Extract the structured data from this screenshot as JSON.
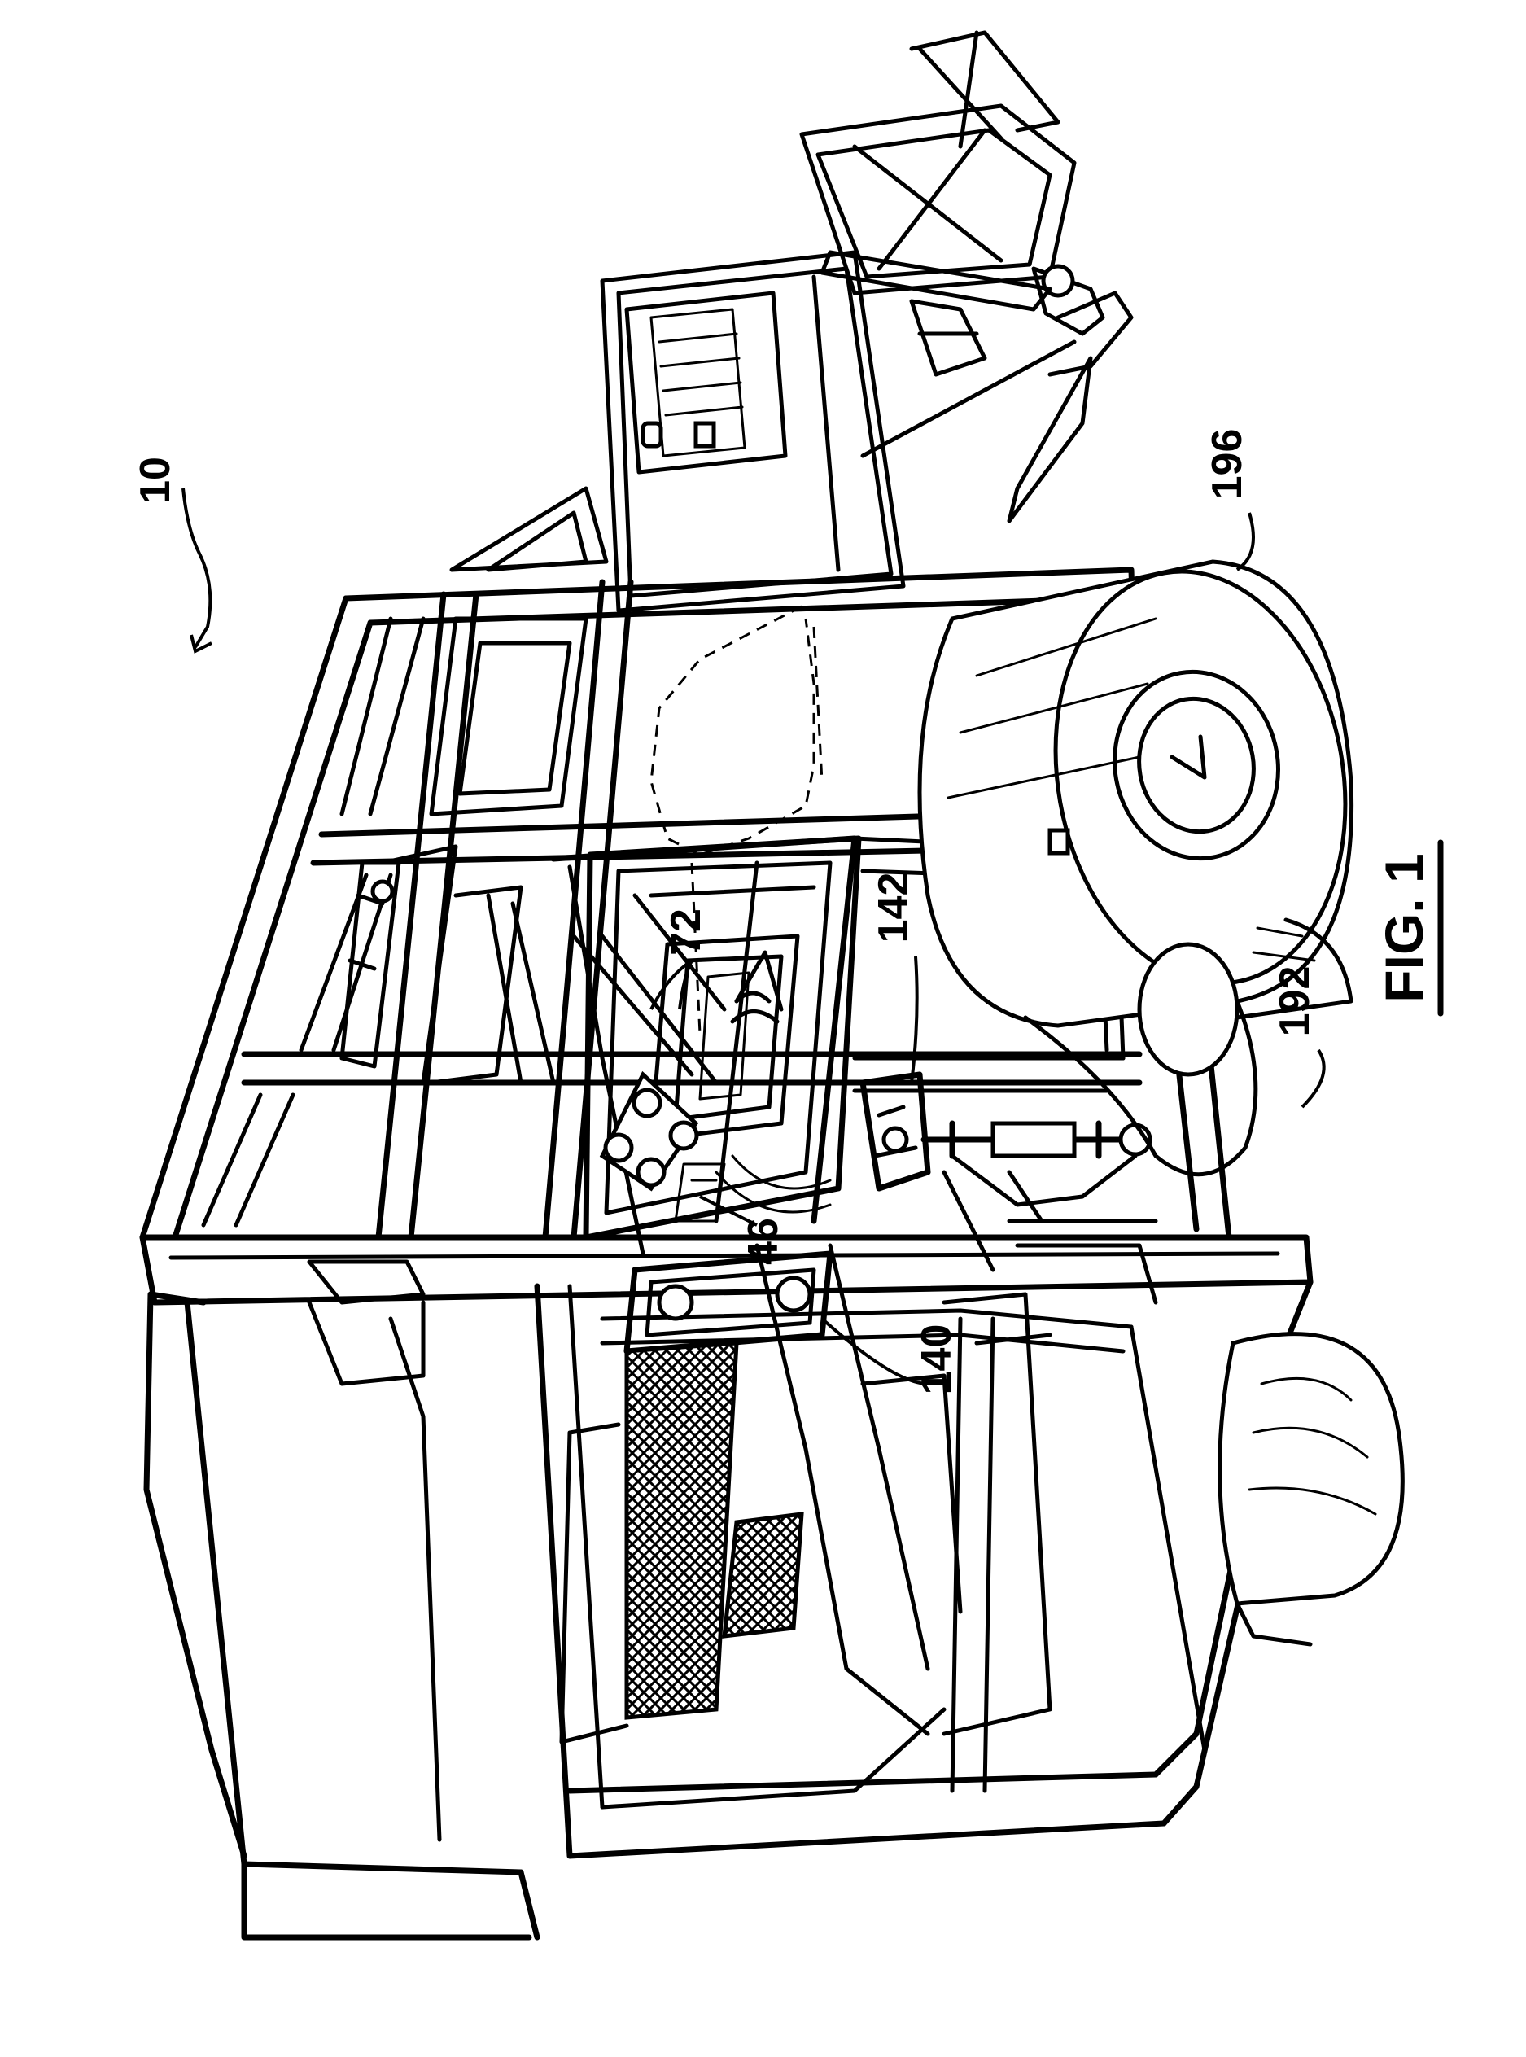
{
  "figure": {
    "caption": "FIG. 1",
    "reference_numerals": {
      "machine": "10",
      "wheel_front": "196",
      "wheel_rear": "192",
      "cylinder": "142",
      "arm": "72",
      "linkage": "46",
      "belt_assembly": "140"
    }
  }
}
